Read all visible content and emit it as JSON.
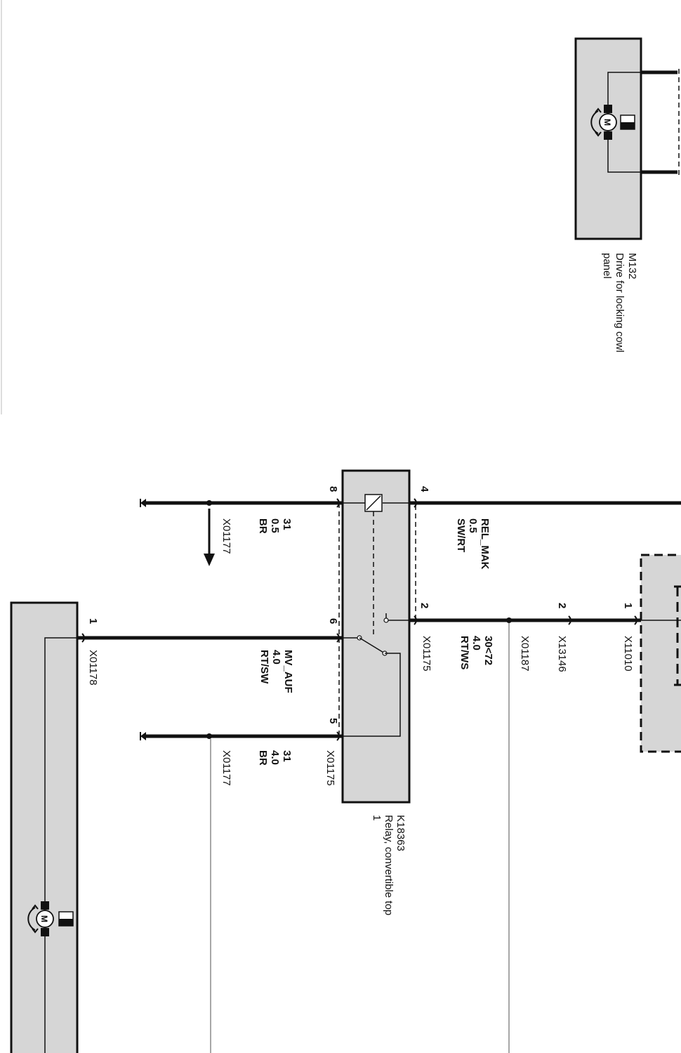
{
  "components": {
    "m132": {
      "code": "M132",
      "line1": "Drive for locking cowl",
      "line2": "panel"
    },
    "k18363": {
      "code": "K18363",
      "line1": "Relay, convertible top",
      "line2": "1"
    }
  },
  "relay_pins": {
    "p4": "4",
    "p8": "8",
    "p2": "2",
    "p6": "6",
    "p5": "5"
  },
  "connectors": {
    "x01177_a": "X01177",
    "x01177_b": "X01177",
    "x01175_a": "X01175",
    "x01175_b": "X01175",
    "x01187": "X01187",
    "x13146": "X13146",
    "x11010": "X11010",
    "x01178": "X01178"
  },
  "pins": {
    "x13146_pin": "2",
    "x11010_pin": "1",
    "x01178_pin": "1"
  },
  "wires": {
    "rel_mak": {
      "signal": "REL_MAK",
      "size": "0.5",
      "color": "SW/RT"
    },
    "gnd_small": {
      "signal": "31",
      "size": "0.5",
      "color": "BR"
    },
    "feed": {
      "signal": "30<72",
      "size": "4.0",
      "color": "RT/WS"
    },
    "mv_auf": {
      "signal": "MV_AUF",
      "size": "4.0",
      "color": "RT/SW"
    },
    "gnd_large": {
      "signal": "31",
      "size": "4.0",
      "color": "BR"
    }
  },
  "icons": [
    "motor-icon",
    "ground-symbol-icon",
    "relay-coil-icon",
    "relay-switch-icon",
    "arrow-down-icon"
  ]
}
